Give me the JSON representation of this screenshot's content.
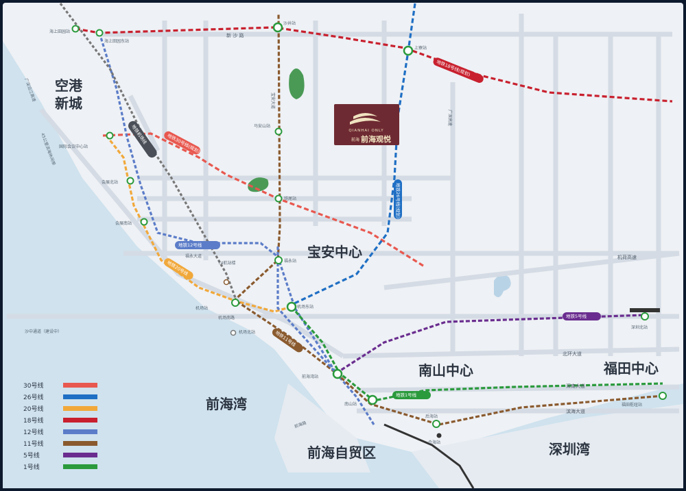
{
  "regions": {
    "konggang": [
      "空港",
      "新城"
    ],
    "baoan": "宝安中心",
    "nanshan": "南山中心",
    "futian": "福田中心",
    "qianhai_bay": "前海湾",
    "qianhai_zone": "前海自贸区",
    "shenzhen_bay": "深圳湾"
  },
  "project": {
    "brand": "QIANHAI ONLY",
    "name": "前海观悦",
    "tag": "前海"
  },
  "stations": {
    "haishang": "海上田园站",
    "haishang_east": "海上田园东站",
    "shajing": "沙井站",
    "shangliao": "上寮站",
    "mashan": "马安山站",
    "huizhan_center": "国际会议中心站",
    "huizhan_north": "会展北站",
    "huizhan_south": "会展南站",
    "tiexi": "铁尾站",
    "fuyong": "福永站",
    "jichang": "机场站",
    "jichang_east": "机场东站",
    "jichang_north": "机场北站",
    "qianhaiwan": "前海湾站",
    "nanshan": "南山站",
    "houhai": "后海站",
    "futian_hub": "福田枢纽站",
    "shenzhen_north": "深圳北站",
    "t4": "T4航站楼",
    "hehai": "合海站"
  },
  "roads": {
    "xinsha": "新 沙 路",
    "guangshen": "广深沿江高速",
    "s45": "45公里滨海休闲带",
    "jihe": "机荷高速",
    "beihuan": "北环大道",
    "shennan": "深南大道",
    "binhai": "滨海大道",
    "guangshen_hw": "广深高速",
    "fuyong_av": "福永大道",
    "jichang_rd": "机场南路",
    "shazhong": "沙中通道（建设中）",
    "bayi": "宝安大道",
    "qianhai_rd": "前海路"
  },
  "pills": {
    "l30": "地铁30号线(规划)",
    "l26": "地铁26号线(规划)",
    "l20": "地铁20号线",
    "l18": "地铁18号线(规划)",
    "l12": "地铁12号线",
    "l11": "地铁11号线",
    "l5": "地铁5号线",
    "l1": "地铁1号线",
    "gj": "地铁机场线"
  },
  "legend": [
    {
      "label": "30号线",
      "color": "#e8584f"
    },
    {
      "label": "26号线",
      "color": "#1f6fc4"
    },
    {
      "label": "20号线",
      "color": "#f1a83a"
    },
    {
      "label": "18号线",
      "color": "#c8202e"
    },
    {
      "label": "12号线",
      "color": "#5b7cc8"
    },
    {
      "label": "11号线",
      "color": "#8a5a2e"
    },
    {
      "label": "5号线",
      "color": "#6a2d8f"
    },
    {
      "label": "1号线",
      "color": "#2a9a3c"
    }
  ],
  "colors": {
    "land": "#eef1f5",
    "water": "#cfe2ee",
    "road": "#d9e0e8",
    "project": "#6e2a32",
    "project_text": "#f0e3c0"
  }
}
